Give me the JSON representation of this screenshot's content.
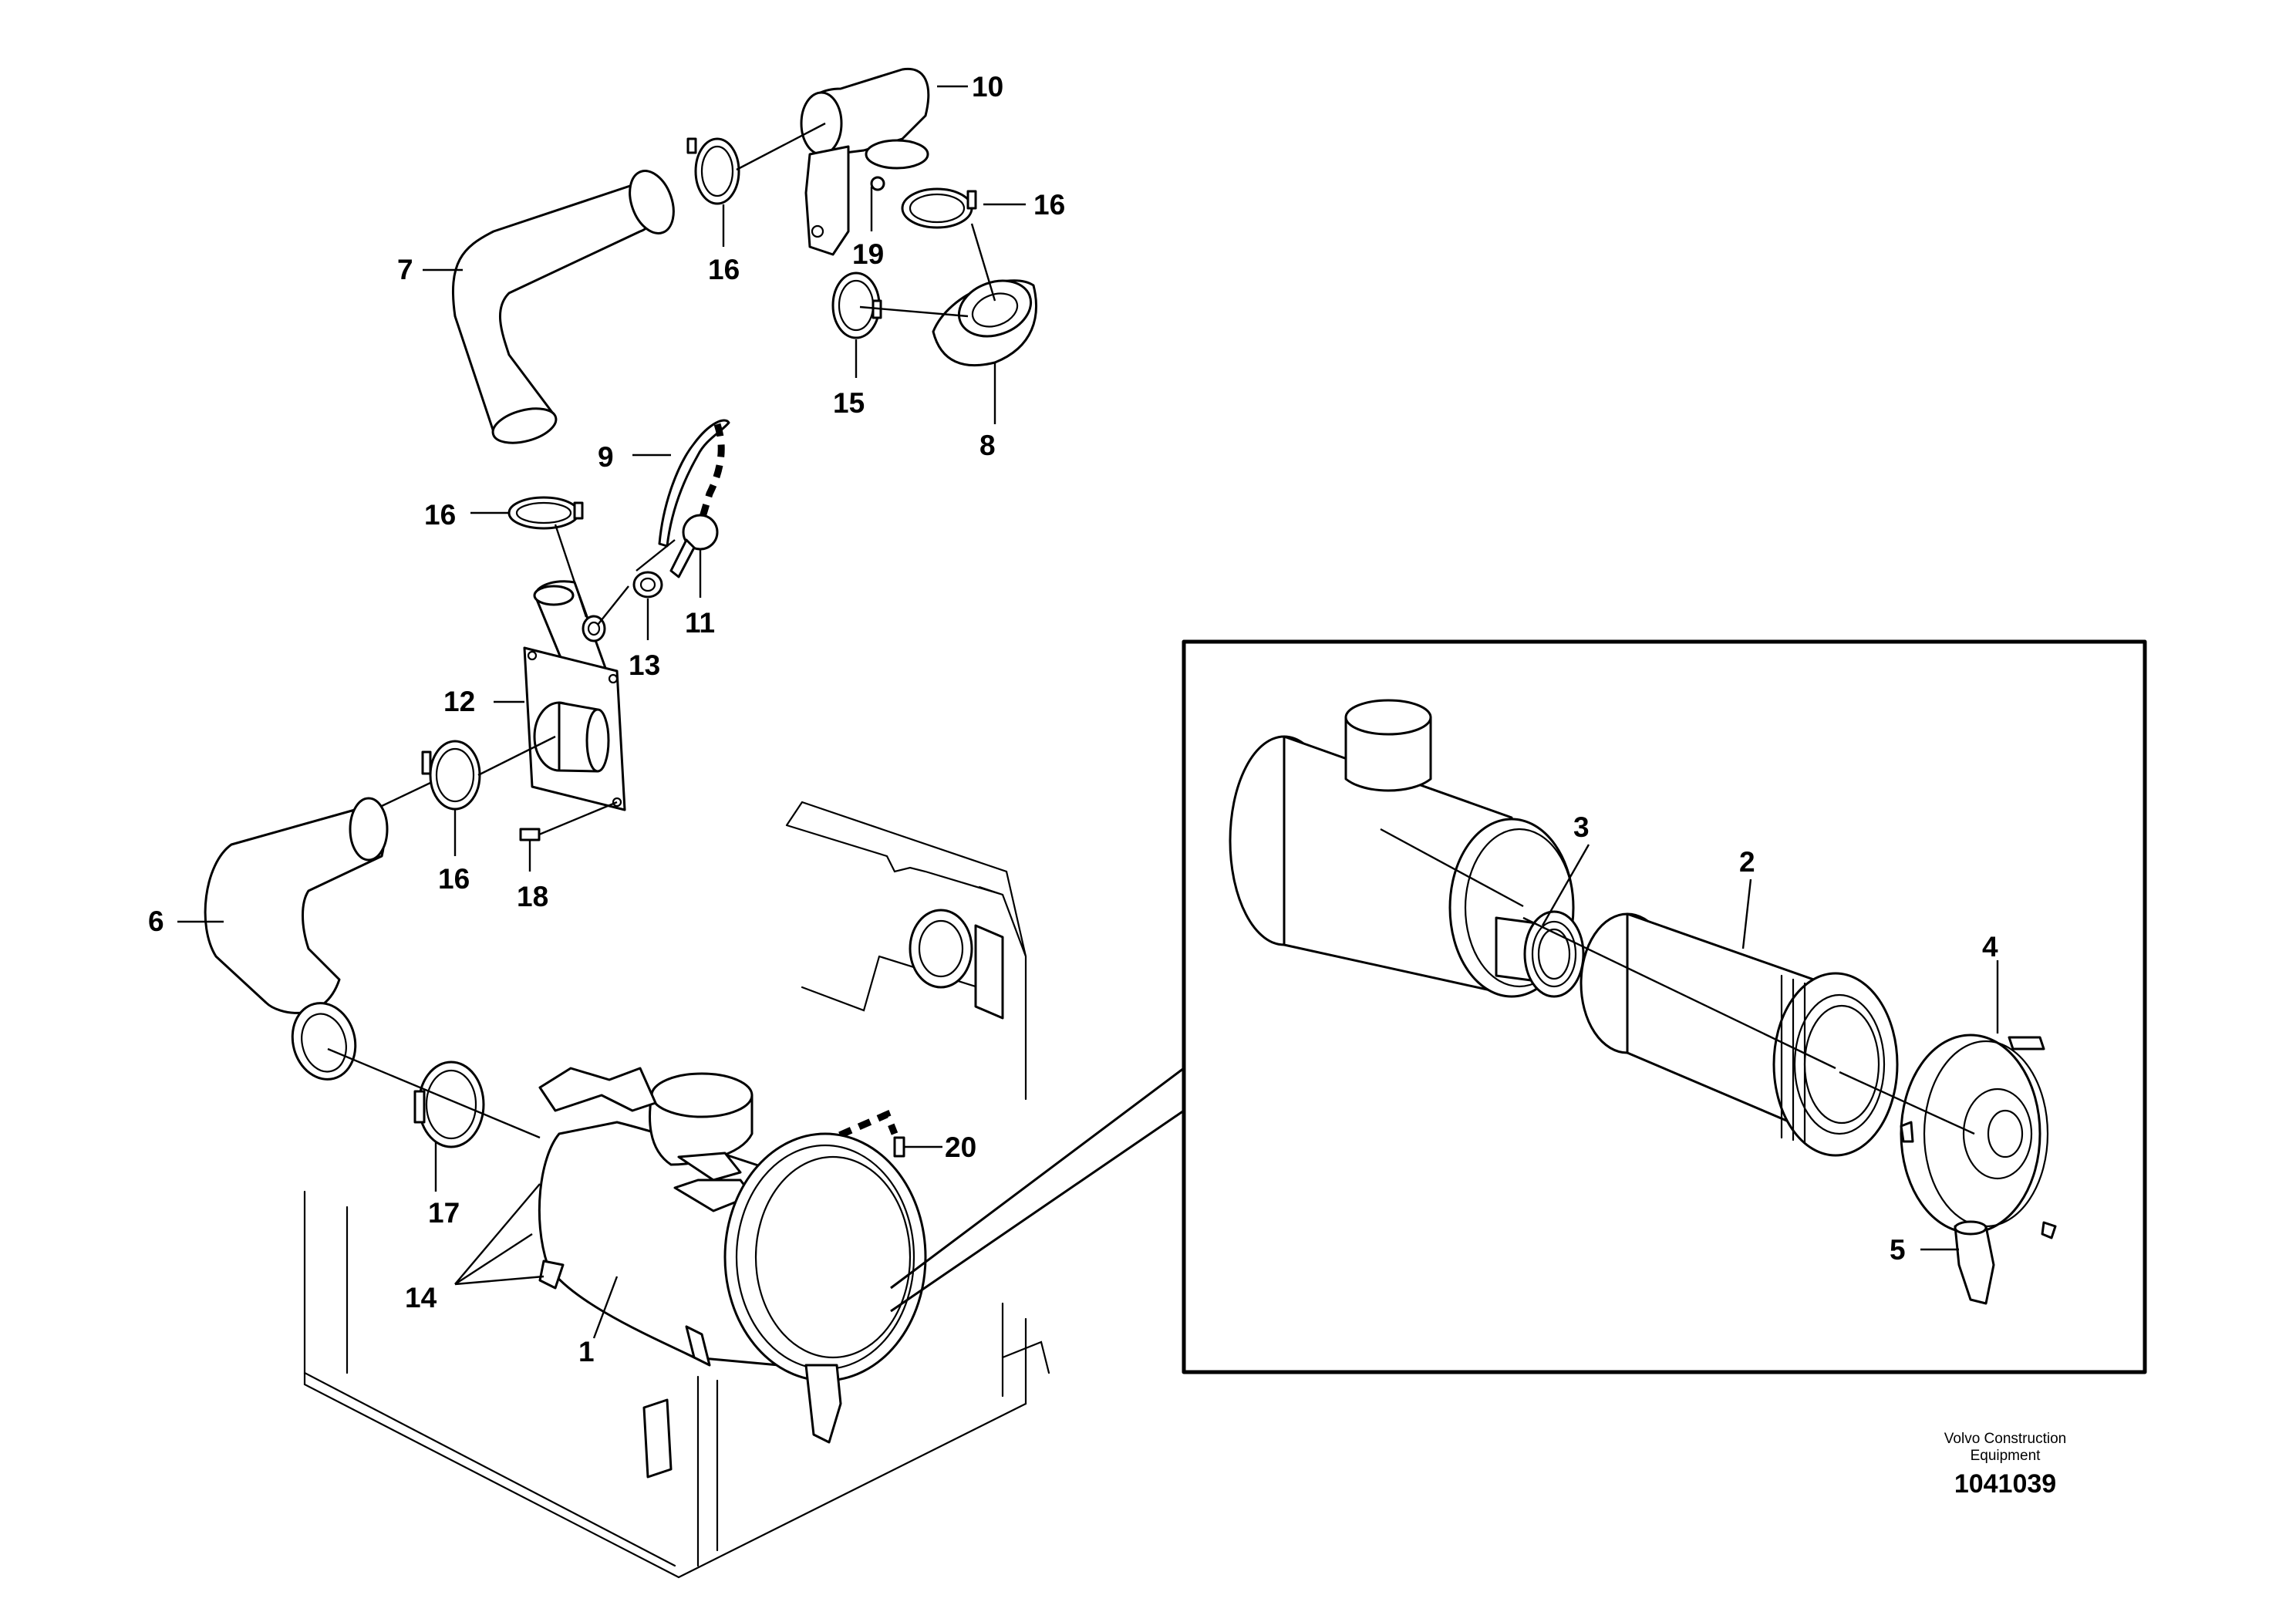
{
  "callouts": {
    "c1": "1",
    "c2": "2",
    "c3": "3",
    "c4": "4",
    "c5": "5",
    "c6": "6",
    "c7": "7",
    "c8": "8",
    "c9": "9",
    "c10": "10",
    "c11": "11",
    "c12": "12",
    "c13": "13",
    "c14": "14",
    "c15": "15",
    "c16": "16",
    "c17": "17",
    "c18": "18",
    "c19": "19",
    "c20": "20"
  },
  "footer": {
    "credit_line1": "Volvo Construction",
    "credit_line2": "Equipment",
    "drawing_number": "1041039"
  },
  "colors": {
    "line": "#000000",
    "background": "#ffffff"
  }
}
